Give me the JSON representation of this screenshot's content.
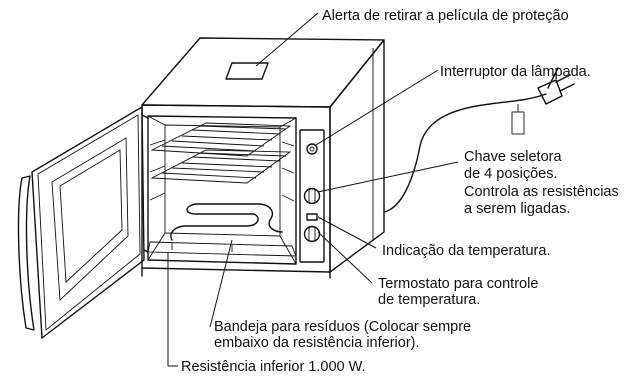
{
  "labels": {
    "film_alert": "Alerta de retirar a película de proteção",
    "lamp_switch": "Interruptor da lâmpada.",
    "selector_line1": "Chave seletora",
    "selector_line2": "de 4 posições.",
    "selector_line3": "Controla as resistências",
    "selector_line4": "a serem ligadas.",
    "temp_indicator": "Indicação da temperatura.",
    "thermostat_line1": "Termostato para controle",
    "thermostat_line2": "de temperatura.",
    "tray_line1": "Bandeja para resíduos (Colocar sempre",
    "tray_line2": "embaixo da resistência inferior).",
    "lower_element": "Resistência inferior 1.000 W."
  }
}
